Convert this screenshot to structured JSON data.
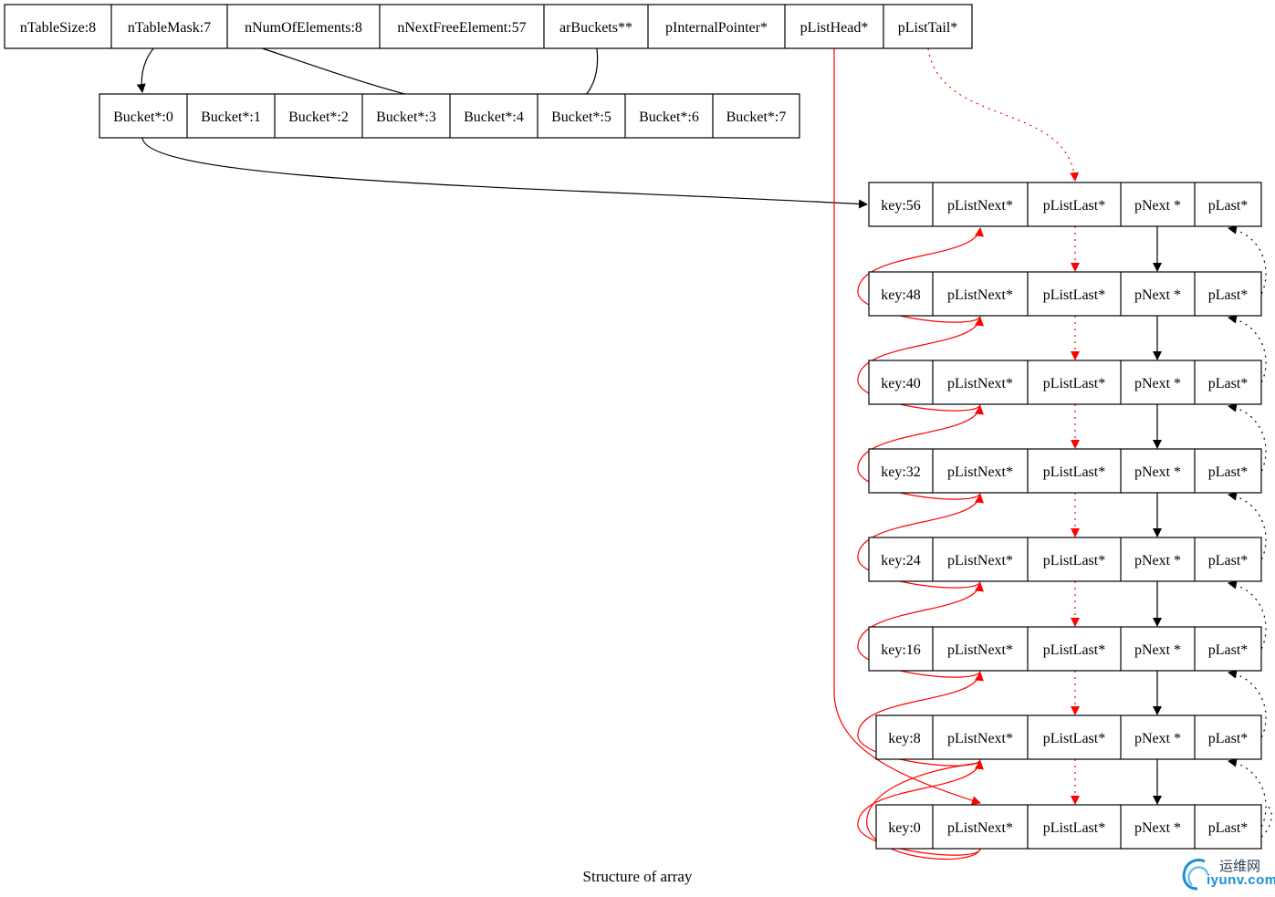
{
  "colors": {
    "black": "#000000",
    "red": "#ff0000",
    "watermark_blue": "#1a8fd6"
  },
  "hashtable": {
    "fields": [
      "nTableSize:8",
      "nTableMask:7",
      "nNumOfElements:8",
      "nNextFreeElement:57",
      "arBuckets**",
      "pInternalPointer*",
      "pListHead*",
      "pListTail*"
    ]
  },
  "buckets": {
    "fields": [
      "Bucket*:0",
      "Bucket*:1",
      "Bucket*:2",
      "Bucket*:3",
      "Bucket*:4",
      "Bucket*:5",
      "Bucket*:6",
      "Bucket*:7"
    ]
  },
  "elements": [
    {
      "key": "key:56",
      "fields": [
        "pListNext*",
        "pListLast*",
        "pNext *",
        "pLast*"
      ]
    },
    {
      "key": "key:48",
      "fields": [
        "pListNext*",
        "pListLast*",
        "pNext *",
        "pLast*"
      ]
    },
    {
      "key": "key:40",
      "fields": [
        "pListNext*",
        "pListLast*",
        "pNext *",
        "pLast*"
      ]
    },
    {
      "key": "key:32",
      "fields": [
        "pListNext*",
        "pListLast*",
        "pNext *",
        "pLast*"
      ]
    },
    {
      "key": "key:24",
      "fields": [
        "pListNext*",
        "pListLast*",
        "pNext *",
        "pLast*"
      ]
    },
    {
      "key": "key:16",
      "fields": [
        "pListNext*",
        "pListLast*",
        "pNext *",
        "pLast*"
      ]
    },
    {
      "key": "key:8",
      "fields": [
        "pListNext*",
        "pListLast*",
        "pNext *",
        "pLast*"
      ]
    },
    {
      "key": "key:0",
      "fields": [
        "pListNext*",
        "pListLast*",
        "pNext *",
        "pLast*"
      ]
    }
  ],
  "caption": "Structure of array",
  "watermark": {
    "text_cn": "运维网",
    "text_en": "iyunv.com"
  }
}
